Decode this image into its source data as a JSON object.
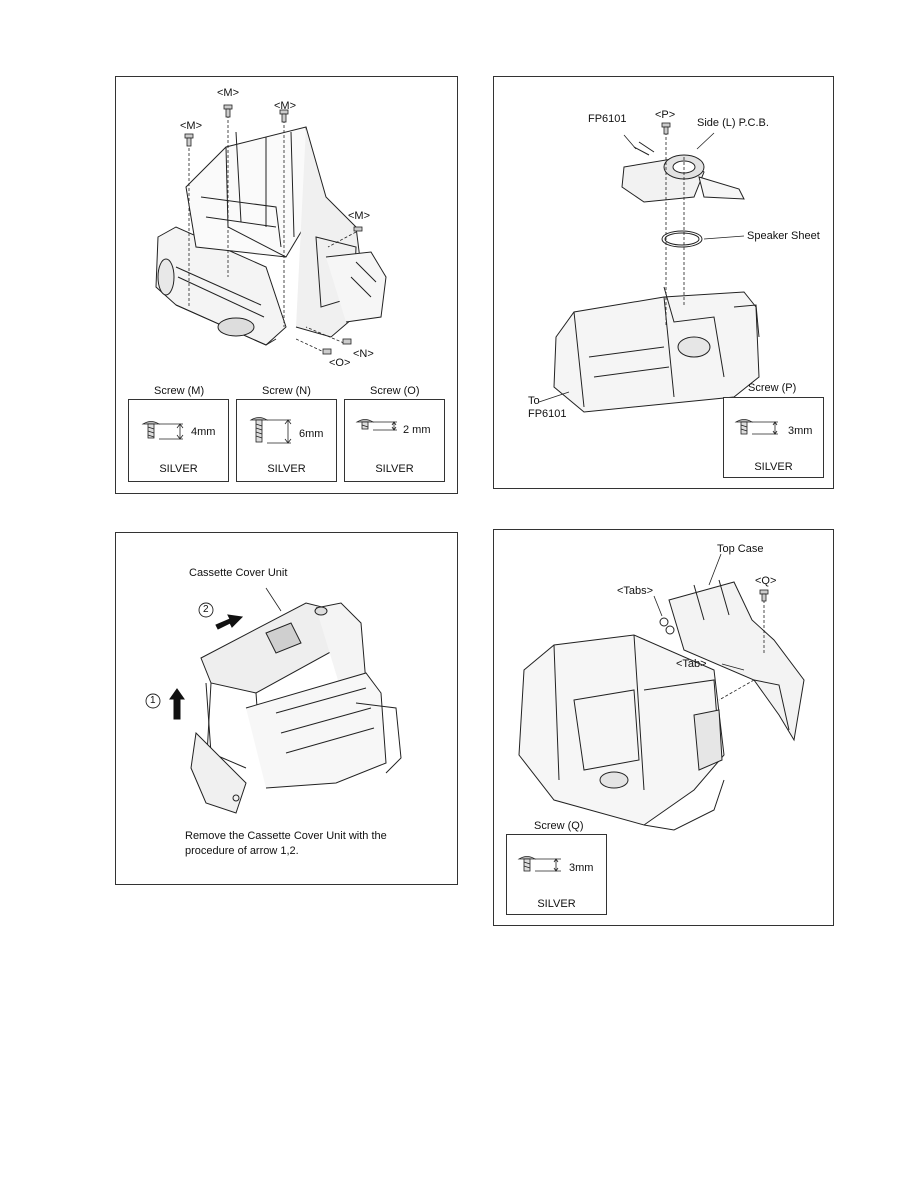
{
  "panel1": {
    "callouts": {
      "m_left": "<M>",
      "m_center": "<M>",
      "m_right": "<M>",
      "m_side": "<M>",
      "n": "<N>",
      "o": "<O>"
    },
    "screws": [
      {
        "title": "Screw (M)",
        "size": "4mm",
        "finish": "SILVER"
      },
      {
        "title": "Screw (N)",
        "size": "6mm",
        "finish": "SILVER"
      },
      {
        "title": "Screw (O)",
        "size": "2 mm",
        "finish": "SILVER"
      }
    ]
  },
  "panel2": {
    "callouts": {
      "fp6101": "FP6101",
      "p": "<P>",
      "side_pcb": "Side (L) P.C.B.",
      "speaker_sheet": "Speaker Sheet",
      "to": "To",
      "to_fp6101": "FP6101"
    },
    "screw": {
      "title": "Screw (P)",
      "size": "3mm",
      "finish": "SILVER"
    }
  },
  "panel3": {
    "callouts": {
      "cassette_cover_unit": "Cassette Cover Unit",
      "step2": "2",
      "step1": "1"
    },
    "instruction_line1": "Remove the Cassette Cover Unit with the",
    "instruction_line2": "procedure of arrow 1,2."
  },
  "panel4": {
    "callouts": {
      "top_case": "Top Case",
      "tabs": "<Tabs>",
      "q": "<Q>",
      "tab": "<Tab>"
    },
    "screw": {
      "title": "Screw (Q)",
      "size": "3mm",
      "finish": "SILVER"
    }
  }
}
